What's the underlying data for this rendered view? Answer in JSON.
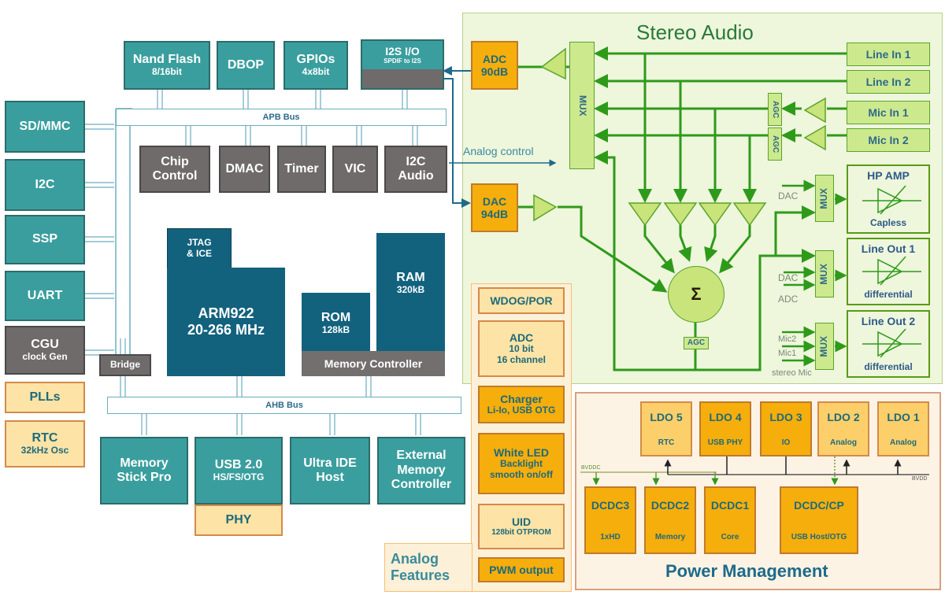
{
  "diagram": {
    "soc": {
      "left_peripherals": [
        {
          "label": "SD/MMC",
          "sub": ""
        },
        {
          "label": "I2C",
          "sub": ""
        },
        {
          "label": "SSP",
          "sub": ""
        },
        {
          "label": "UART",
          "sub": ""
        },
        {
          "label": "CGU",
          "sub": "clock Gen"
        }
      ],
      "clock_blocks": [
        {
          "label": "PLLs",
          "sub": ""
        },
        {
          "label": "RTC",
          "sub": "32kHz Osc"
        }
      ],
      "apb_top": [
        {
          "label": "Nand Flash",
          "sub": "8/16bit"
        },
        {
          "label": "DBOP",
          "sub": ""
        },
        {
          "label": "GPIOs",
          "sub": "4x8bit"
        },
        {
          "label": "I2S I/O",
          "sub": "SPDIF to I2S"
        }
      ],
      "apb_bus_label": "APB Bus",
      "apb_bottom": [
        {
          "label": "Chip",
          "sub": "Control"
        },
        {
          "label": "DMAC",
          "sub": ""
        },
        {
          "label": "Timer",
          "sub": ""
        },
        {
          "label": "VIC",
          "sub": ""
        },
        {
          "label": "I2C",
          "sub": "Audio"
        }
      ],
      "bridge_label": "Bridge",
      "jtag": {
        "label": "JTAG",
        "sub": "& ICE"
      },
      "cpu": {
        "label": "ARM922",
        "sub": "20-266 MHz"
      },
      "rom": {
        "label": "ROM",
        "sub": "128kB"
      },
      "ram": {
        "label": "RAM",
        "sub": "320kB"
      },
      "memory_controller_label": "Memory Controller",
      "ahb_bus_label": "AHB Bus",
      "ahb_bottom": [
        {
          "label": "Memory",
          "sub": "Stick Pro"
        },
        {
          "label": "USB 2.0",
          "sub": "HS/FS/OTG"
        },
        {
          "label": "Ultra IDE",
          "sub": "Host"
        },
        {
          "label": "External",
          "sub": "Memory",
          "sub2": "Controller"
        }
      ],
      "phy_label": "PHY",
      "analog_control_label": "Analog control"
    },
    "audio": {
      "title": "Stereo Audio",
      "adc": {
        "label": "ADC",
        "sub": "90dB"
      },
      "dac": {
        "label": "DAC",
        "sub": "94dB"
      },
      "mux_label": "MUX",
      "agc_label": "AGC",
      "sum_symbol": "Σ",
      "inputs": [
        "Line In 1",
        "Line In 2",
        "Mic In 1",
        "Mic In 2"
      ],
      "outputs": [
        {
          "label": "HP AMP",
          "sub": "Capless"
        },
        {
          "label": "Line Out 1",
          "sub": "differential"
        },
        {
          "label": "Line Out 2",
          "sub": "differential"
        }
      ],
      "mux_inputs": {
        "hp": [
          "DAC"
        ],
        "line1": [
          "DAC",
          "ADC"
        ],
        "line2": [
          "Mic2",
          "Mic1",
          "stereo Mic"
        ]
      }
    },
    "analog_features": {
      "title_line1": "Analog",
      "title_line2": "Features",
      "items": [
        {
          "label": "WDOG/POR",
          "lines": [],
          "style": "light"
        },
        {
          "label": "ADC",
          "lines": [
            "10 bit",
            "16 channel"
          ],
          "style": "light"
        },
        {
          "label": "Charger",
          "lines": [
            "Li-Io, USB OTG"
          ],
          "style": "strong"
        },
        {
          "label": "White LED",
          "lines": [
            "Backlight",
            "smooth on/off"
          ],
          "style": "strong"
        },
        {
          "label": "UID",
          "lines": [
            "128bit OTPROM"
          ],
          "style": "light"
        },
        {
          "label": "PWM output",
          "lines": [],
          "style": "strong"
        }
      ]
    },
    "power": {
      "title": "Power Management",
      "ldos": [
        {
          "label": "LDO 5",
          "sub": "RTC"
        },
        {
          "label": "LDO 4",
          "sub": "USB PHY"
        },
        {
          "label": "LDO 3",
          "sub": "IO"
        },
        {
          "label": "LDO 2",
          "sub": "Analog"
        },
        {
          "label": "LDO 1",
          "sub": "Analog"
        }
      ],
      "dcdcs": [
        {
          "label": "DCDC3",
          "sub": "1xHD"
        },
        {
          "label": "DCDC2",
          "sub": "Memory"
        },
        {
          "label": "DCDC1",
          "sub": "Core"
        },
        {
          "label": "DCDC/CP",
          "sub": "USB Host/OTG"
        }
      ],
      "rail_left_label": "BVDDC",
      "rail_right_label": "BVDD"
    }
  },
  "colors": {
    "peripheral_teal": "#3a9e9e",
    "core_navy": "#12627e",
    "control_gray": "#6f6b6b",
    "analog_orange": "#f6ae0c",
    "analog_light": "#fde3a6",
    "audio_green": "#8cc418",
    "signal_green": "#2e9a1a"
  }
}
